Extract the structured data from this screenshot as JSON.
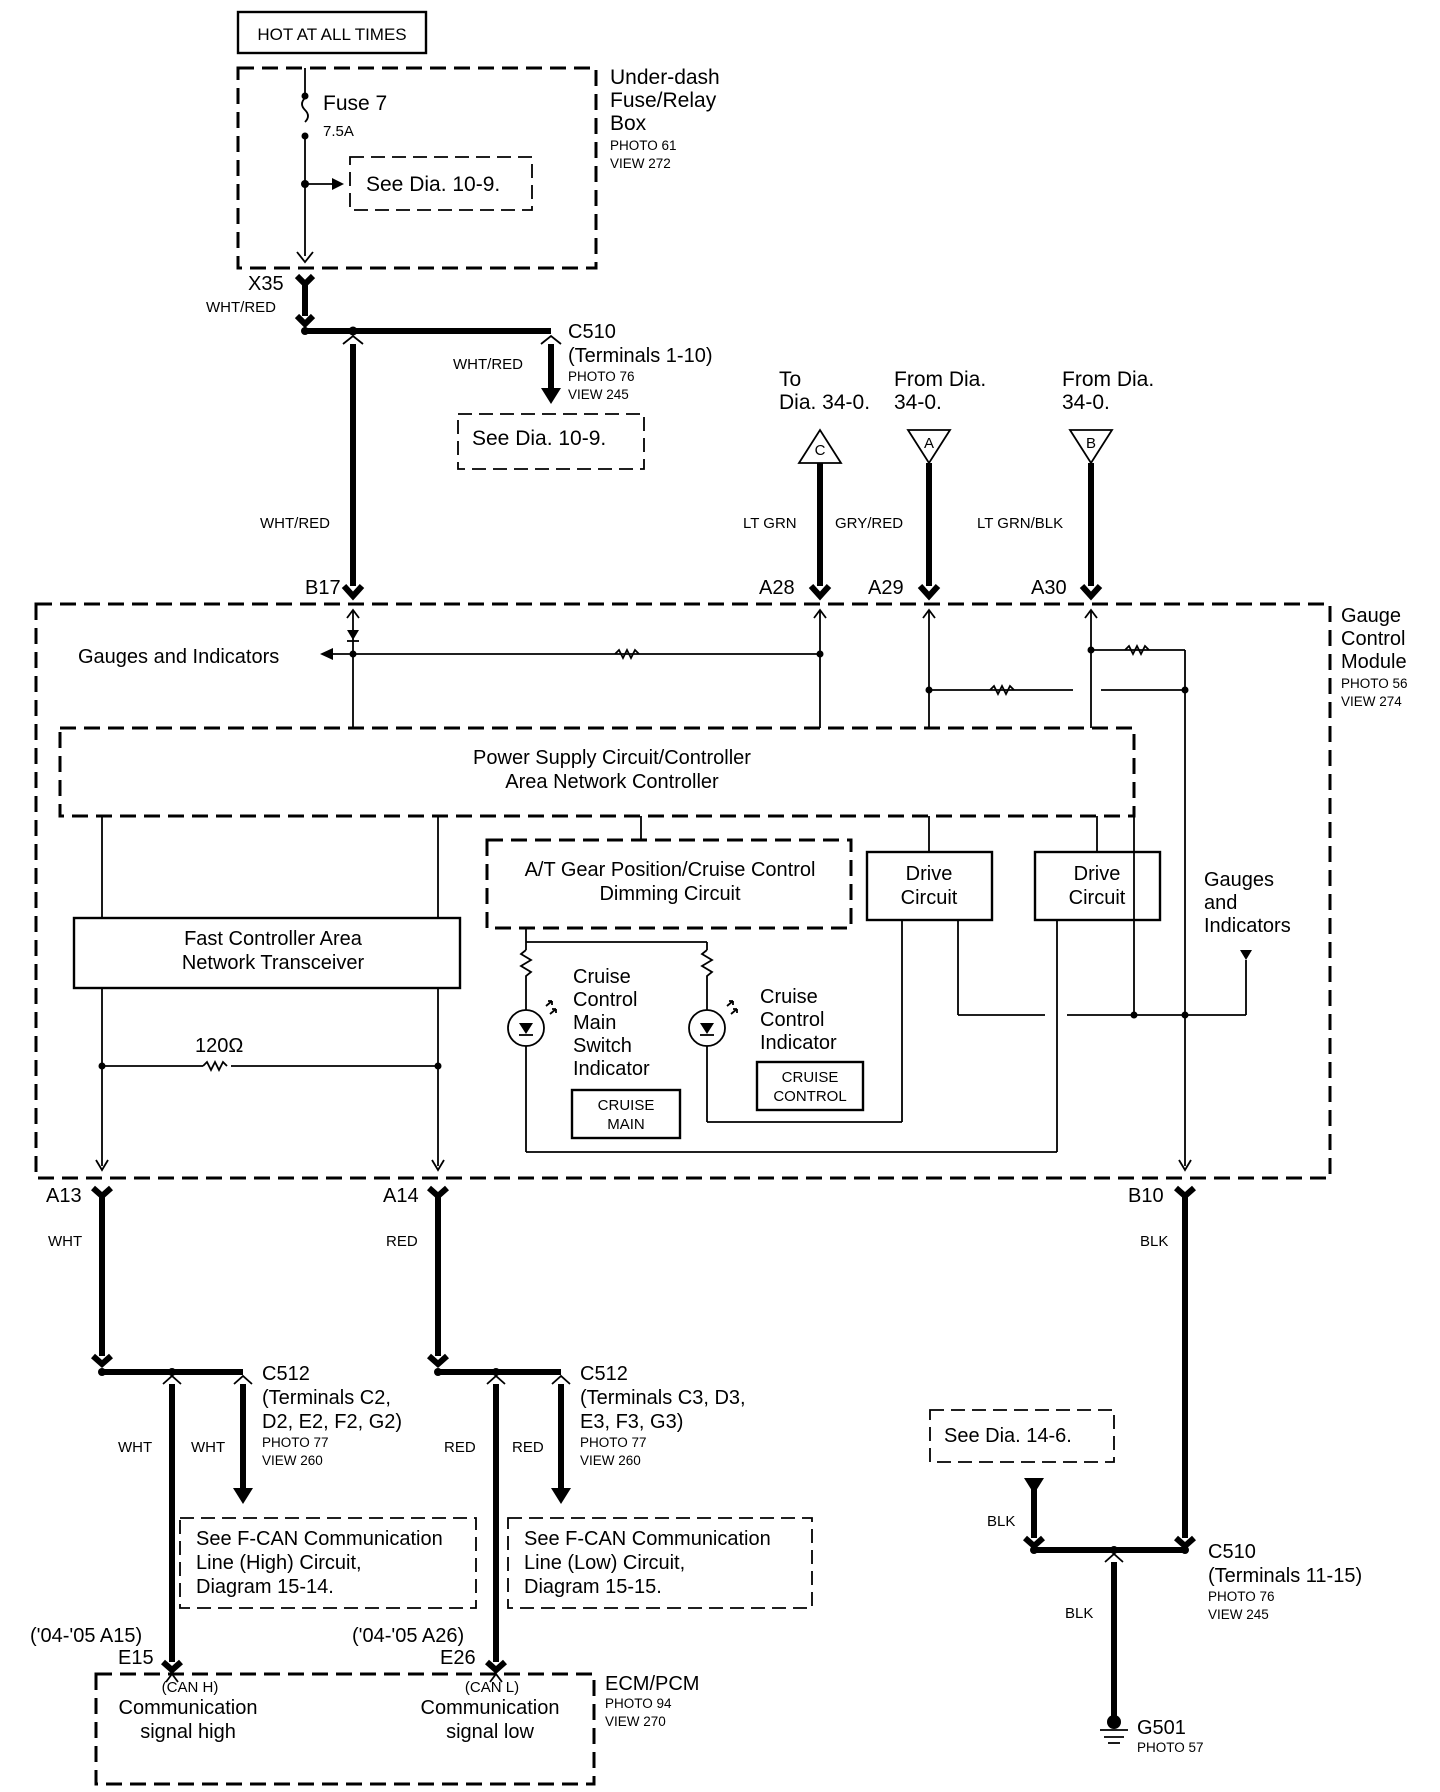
{
  "supply": {
    "hot_label": "HOT AT ALL TIMES",
    "fuse_name": "Fuse 7",
    "fuse_rating": "7.5A",
    "see_dia_fuse": "See Dia. 10-9.",
    "box_name_1": "Under-dash",
    "box_name_2": "Fuse/Relay",
    "box_name_3": "Box",
    "box_photo": "PHOTO 61",
    "box_view": "VIEW 272"
  },
  "x35": {
    "name": "X35",
    "wire": "WHT/RED"
  },
  "c510_top": {
    "name": "C510",
    "terminals": "(Terminals 1-10)",
    "photo": "PHOTO 76",
    "view": "VIEW 245",
    "wire": "WHT/RED",
    "see_dia": "See Dia. 10-9."
  },
  "b17_wire": "WHT/RED",
  "remote": {
    "c_line1": "To",
    "c_line2": "Dia. 34-0.",
    "c_letter": "C",
    "c_wire": "LT GRN",
    "a_line1": "From Dia.",
    "a_line2": "34-0.",
    "a_letter": "A",
    "a_wire": "GRY/RED",
    "b_line1": "From Dia.",
    "b_line2": "34-0.",
    "b_letter": "B",
    "b_wire": "LT GRN/BLK"
  },
  "pins": {
    "b17": "B17",
    "a28": "A28",
    "a29": "A29",
    "a30": "A30",
    "a13": "A13",
    "a14": "A14",
    "b10": "B10"
  },
  "gauge_module": {
    "name_1": "Gauge",
    "name_2": "Control",
    "name_3": "Module",
    "photo": "PHOTO 56",
    "view": "VIEW 274",
    "gauges_left": "Gauges and Indicators",
    "gauges_right_1": "Gauges",
    "gauges_right_2": "and",
    "gauges_right_3": "Indicators",
    "power_supply_1": "Power Supply Circuit/Controller",
    "power_supply_2": "Area Network Controller",
    "at_gear_1": "A/T Gear Position/Cruise Control",
    "at_gear_2": "Dimming Circuit",
    "drive_1_a": "Drive",
    "drive_1_b": "Circuit",
    "drive_2_a": "Drive",
    "drive_2_b": "Circuit",
    "fcan_1": "Fast Controller Area",
    "fcan_2": "Network Transceiver",
    "resistor": "120Ω",
    "cruise_main_1": "Cruise",
    "cruise_main_2": "Control",
    "cruise_main_3": "Main",
    "cruise_main_4": "Switch",
    "cruise_main_5": "Indicator",
    "cruise_main_tag_1": "CRUISE",
    "cruise_main_tag_2": "MAIN",
    "cruise_ind_1": "Cruise",
    "cruise_ind_2": "Control",
    "cruise_ind_3": "Indicator",
    "cruise_ind_tag_1": "CRUISE",
    "cruise_ind_tag_2": "CONTROL"
  },
  "wires_bottom": {
    "a13": "WHT",
    "a14": "RED",
    "b10": "BLK"
  },
  "c512_left": {
    "name": "C512",
    "t1": "(Terminals C2,",
    "t2": "D2, E2, F2, G2)",
    "photo": "PHOTO 77",
    "view": "VIEW 260",
    "wire_a": "WHT",
    "wire_b": "WHT",
    "see_1": "See F-CAN Communication",
    "see_2": "Line (High) Circuit,",
    "see_3": "Diagram 15-14."
  },
  "c512_right": {
    "name": "C512",
    "t1": "(Terminals C3, D3,",
    "t2": "E3,  F3, G3)",
    "photo": "PHOTO 77",
    "view": "VIEW 260",
    "wire_a": "RED",
    "wire_b": "RED",
    "see_1": "See F-CAN Communication",
    "see_2": "Line (Low) Circuit,",
    "see_3": "Diagram 15-15."
  },
  "ecm": {
    "e15_alt": "('04-'05 A15)",
    "e15": "E15",
    "e26_alt": "('04-'05 A26)",
    "e26": "E26",
    "can_h": "(CAN H)",
    "can_h_1": "Communication",
    "can_h_2": "signal high",
    "can_l": "(CAN L)",
    "can_l_1": "Communication",
    "can_l_2": "signal low",
    "name": "ECM/PCM",
    "photo": "PHOTO 94",
    "view": "VIEW 270"
  },
  "ground": {
    "see_dia": "See Dia. 14-6.",
    "wire_up": "BLK",
    "wire_down": "BLK",
    "c510_name": "C510",
    "c510_terminals": "(Terminals 11-15)",
    "c510_photo": "PHOTO 76",
    "c510_view": "VIEW 245",
    "g_name": "G501",
    "g_photo": "PHOTO 57"
  }
}
